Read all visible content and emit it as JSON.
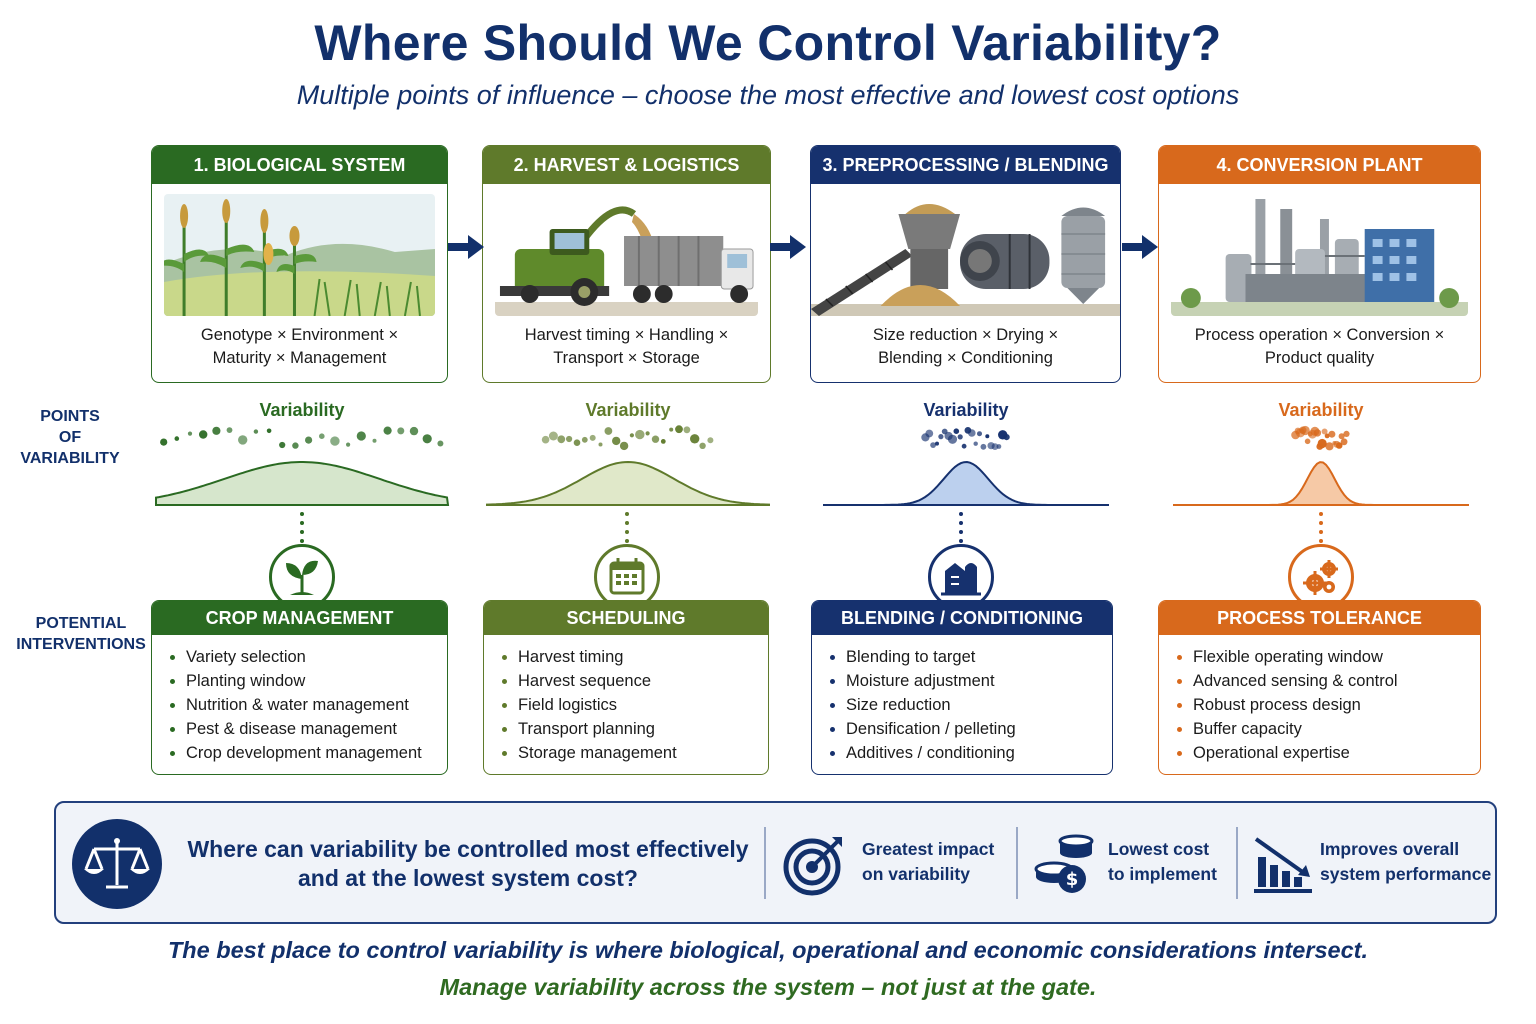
{
  "title": "Where Should We Control Variability?",
  "subtitle": "Multiple points of influence – choose the most effective and lowest cost options",
  "labels": {
    "points_line1": "POINTS",
    "points_line2": "OF",
    "points_line3": "VARIABILITY",
    "interventions_line1": "POTENTIAL",
    "interventions_line2": "INTERVENTIONS"
  },
  "stages": [
    {
      "header": "1. BIOLOGICAL SYSTEM",
      "factors_line1": "Genotype × Environment ×",
      "factors_line2": "Maturity × Management",
      "illustration": "cornfield-illustration",
      "color": "#2a6a22",
      "variability_label": "Variability",
      "intervention_icon": "seedling-icon",
      "intervention_header": "CROP MANAGEMENT",
      "interventions": [
        "Variety selection",
        "Planting window",
        "Nutrition & water management",
        "Pest & disease management",
        "Crop development management"
      ]
    },
    {
      "header": "2. HARVEST & LOGISTICS",
      "factors_line1": "Harvest timing × Handling ×",
      "factors_line2": "Transport × Storage",
      "illustration": "harvester-truck-illustration",
      "color": "#5f7a2b",
      "variability_label": "Variability",
      "intervention_icon": "calendar-icon",
      "intervention_header": "SCHEDULING",
      "interventions": [
        "Harvest timing",
        "Harvest sequence",
        "Field logistics",
        "Transport planning",
        "Storage management"
      ]
    },
    {
      "header": "3. PREPROCESSING / BLENDING",
      "factors_line1": "Size reduction × Drying ×",
      "factors_line2": "Blending × Conditioning",
      "illustration": "preprocessing-equipment-illustration",
      "color": "#16316e",
      "variability_label": "Variability",
      "intervention_icon": "silo-icon",
      "intervention_header": "BLENDING / CONDITIONING",
      "interventions": [
        "Blending to target",
        "Moisture adjustment",
        "Size reduction",
        "Densification / pelleting",
        "Additives / conditioning"
      ]
    },
    {
      "header": "4. CONVERSION PLANT",
      "factors_line1": "Process operation × Conversion ×",
      "factors_line2": "Product quality",
      "illustration": "conversion-plant-illustration",
      "color": "#d8691c",
      "variability_label": "Variability",
      "intervention_icon": "gears-icon",
      "intervention_header": "PROCESS TOLERANCE",
      "interventions": [
        "Flexible operating window",
        "Advanced sensing & control",
        "Robust process design",
        "Buffer capacity",
        "Operational expertise"
      ]
    }
  ],
  "variability_spread": [
    0.95,
    0.55,
    0.22,
    0.1
  ],
  "bottom": {
    "question_line1": "Where can variability be controlled most effectively",
    "question_line2": "and at the lowest system cost?",
    "metrics": [
      {
        "icon": "target-icon",
        "line1": "Greatest impact",
        "line2": "on variability"
      },
      {
        "icon": "coins-icon",
        "line1": "Lowest cost",
        "line2": "to implement"
      },
      {
        "icon": "bar-chart-icon",
        "line1": "Improves overall",
        "line2": "system performance"
      }
    ]
  },
  "closing_line1": "The best place to control variability is where biological, operational and economic considerations intersect.",
  "closing_line2": "Manage variability across the system – not just at the gate."
}
